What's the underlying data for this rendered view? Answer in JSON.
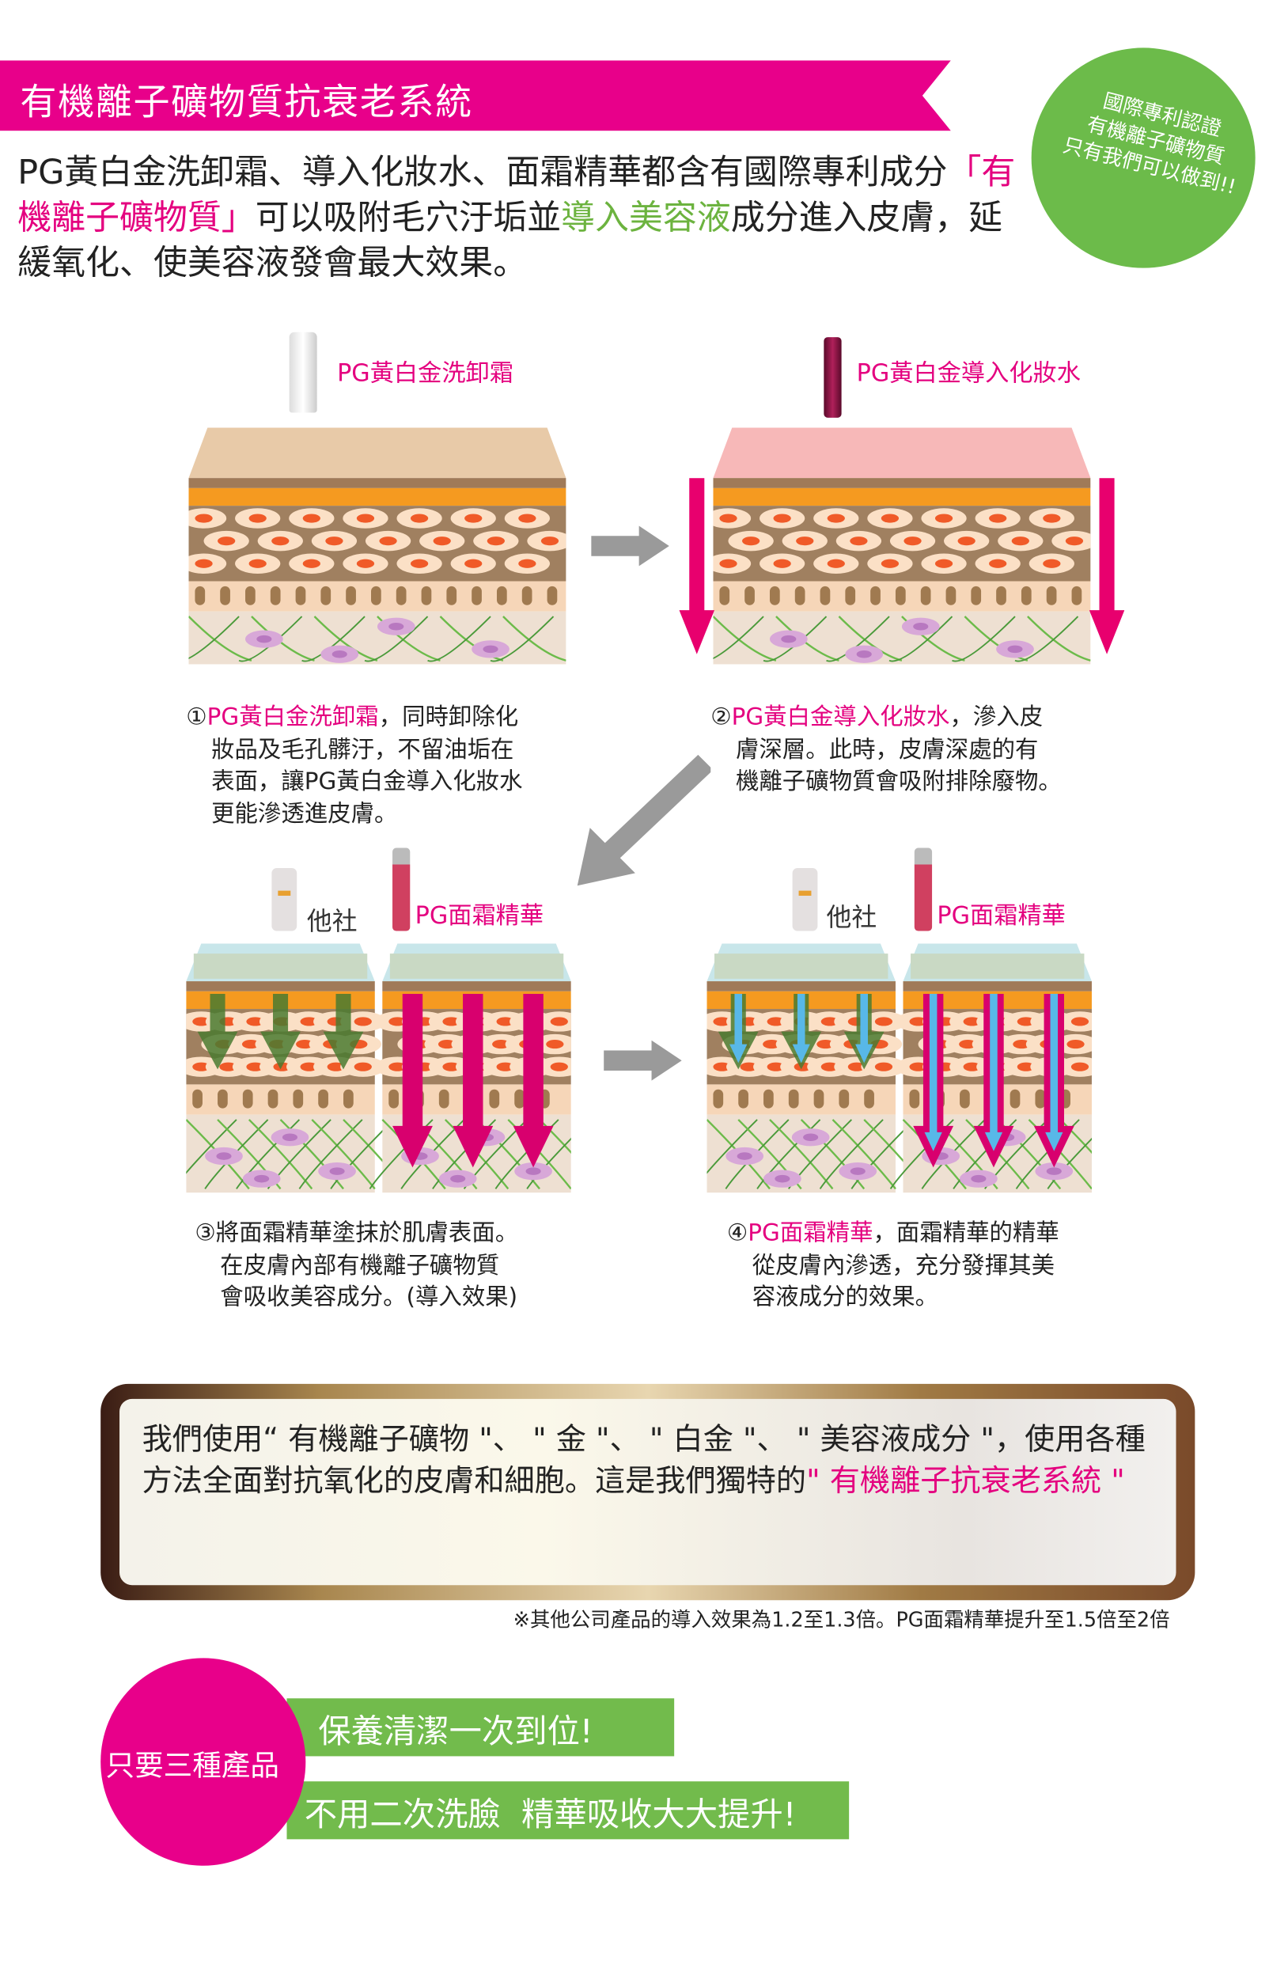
{
  "header": {
    "title": "有機離子礦物質抗衰老系統"
  },
  "intro": {
    "part1": "PG黃白金洗卸霜、導入化妝水、面霜精華都含有國際專利成分",
    "highlight_pink": "「有機離子礦物質」",
    "part2": "可以吸附毛穴汙垢並",
    "highlight_green": "導入美容液",
    "part3": "成分進入皮膚，延緩氧化、使美容液發會最大效果。"
  },
  "badge": {
    "line1": "國際專利認證",
    "line2": "有機離子礦物質",
    "line3": "只有我們可以做到!!"
  },
  "steps": [
    {
      "product": "PG黃白金洗卸霜",
      "num": "①",
      "lead": "PG黃白金洗卸霜",
      "l1": "，同時卸除化",
      "l2": "妝品及毛孔髒汙，不留油垢在",
      "l3": "表面，讓PG黃白金導入化妝水",
      "l4": "更能滲透進皮膚。"
    },
    {
      "product": "PG黃白金導入化妝水",
      "num": "②",
      "lead": "PG黃白金導入化妝水",
      "l1": "，滲入皮",
      "l2": "膚深層。此時，皮膚深處的有",
      "l3": "機離子礦物質會吸附排除廢物。"
    },
    {
      "other": "他社",
      "product": "PG面霜精華",
      "num": "③",
      "l1": "將面霜精華塗抹於肌膚表面。",
      "l2": "在皮膚內部有機離子礦物質",
      "l3": "會吸收美容成分。(導入效果)"
    },
    {
      "other": "他社",
      "product": "PG面霜精華",
      "num": "④",
      "lead": "PG面霜精華",
      "l1": "，面霜精華的精華",
      "l2": "從皮膚內滲透，充分發揮其美",
      "l3": "容液成分的效果。"
    }
  ],
  "summary": {
    "text": "我們使用“ 有機離子礦物 \"、 \" 金 \"、 \" 白金 \"、 \" 美容液成分 \"，使用各種方法全面對抗氧化的皮膚和細胞。這是我們獨特的",
    "highlight": "\" 有機離子抗衰老系統 \""
  },
  "footnote": "※其他公司產品的導入效果為1.2至1.3倍。PG面霜精華提升至1.5倍至2倍",
  "closing": {
    "circle": "只要三種產品",
    "bar1": "保養清潔一次到位!",
    "bar2": "不用二次洗臉  精華吸收大大提升!"
  },
  "colors": {
    "pink": "#e8008a",
    "green": "#6cbb4a",
    "gray_arrow": "#9a9a9a"
  }
}
